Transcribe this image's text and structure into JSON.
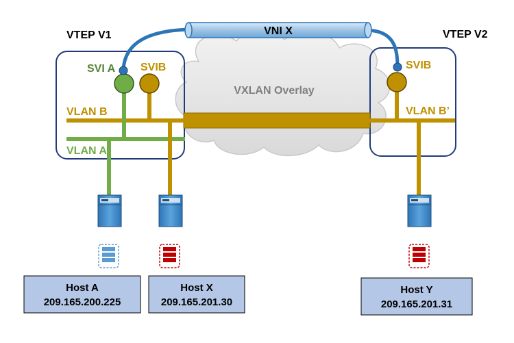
{
  "vteps": {
    "v1": {
      "label": "VTEP V1"
    },
    "v2": {
      "label": "VTEP V2"
    }
  },
  "vni": {
    "label": "VNI X"
  },
  "overlay": {
    "label": "VXLAN Overlay"
  },
  "svis": {
    "a": {
      "label": "SVI A"
    },
    "b1": {
      "label": "SVIB"
    },
    "b2": {
      "label": "SVIB"
    }
  },
  "vlans": {
    "b": {
      "label": "VLAN B"
    },
    "a": {
      "label": "VLAN A"
    },
    "b_prime": {
      "label": "VLAN B’"
    }
  },
  "hosts": [
    {
      "name": "Host A",
      "ip": "209.165.200.225"
    },
    {
      "name": "Host X",
      "ip": "209.165.201.30"
    },
    {
      "name": "Host Y",
      "ip": "209.165.201.31"
    }
  ],
  "colors": {
    "vlan_a": "#70ad47",
    "vlan_b": "#bf9000",
    "tunnel": "#9dc3e6",
    "vtep_border": "#1f3c78",
    "host_box": "#b4c7e7",
    "server": "#2e75b6",
    "vm_blue": "#5b9bd5",
    "vm_red": "#c00000"
  }
}
